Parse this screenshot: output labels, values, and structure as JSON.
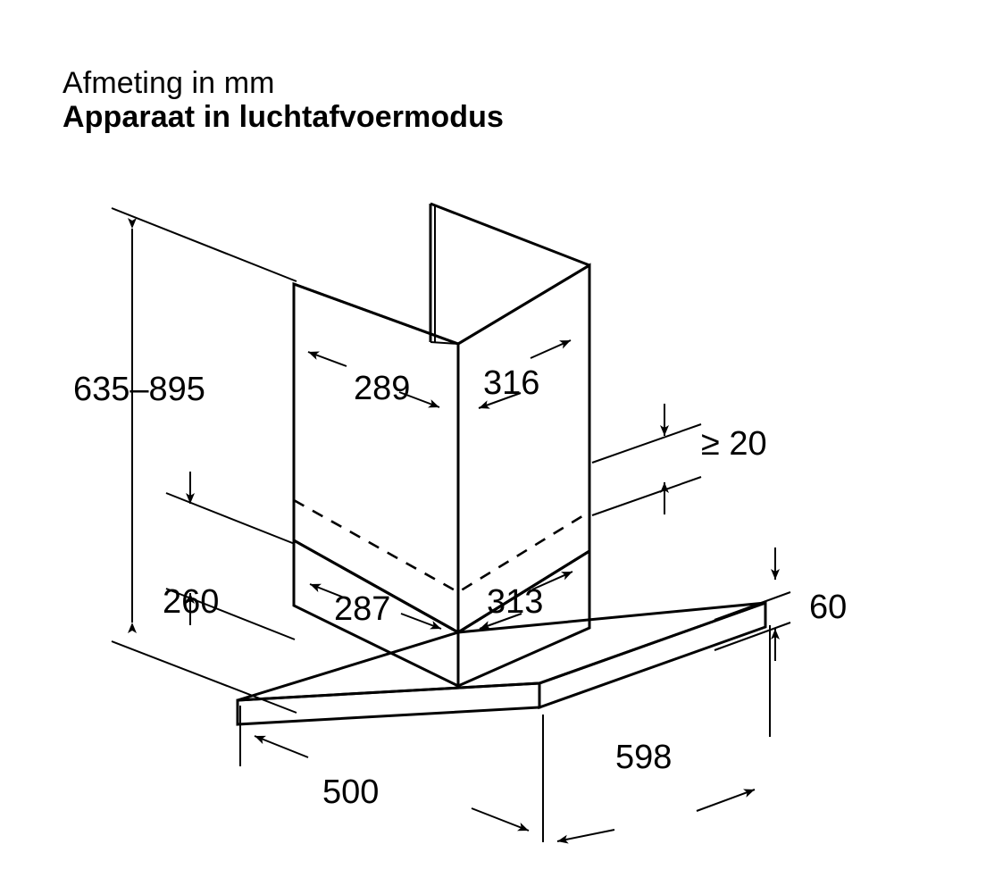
{
  "heading": {
    "line1": "Afmeting in mm",
    "line2": "Apparaat in luchtafvoermodus"
  },
  "drawing": {
    "type": "technical-isometric-line-drawing",
    "subject": "wall-mounted box chimney cooker hood",
    "units": "mm",
    "line_color": "#000000",
    "background_color": "#ffffff",
    "dimensions": {
      "total_height_range": "635–895",
      "lower_chimney_height": "260",
      "upper_chimney_width": "289",
      "upper_chimney_depth": "316",
      "lower_chimney_width": "287",
      "lower_chimney_depth": "313",
      "wall_clearance": "≥ 20",
      "canopy_thickness": "60",
      "canopy_depth": "500",
      "canopy_width": "598"
    }
  }
}
